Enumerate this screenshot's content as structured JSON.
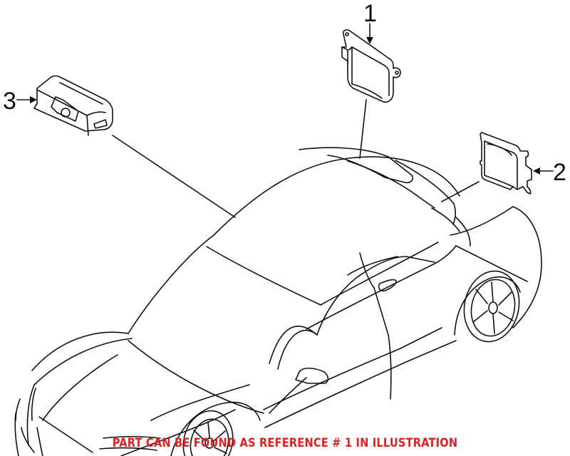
{
  "diagram": {
    "type": "parts-illustration",
    "subject": "convertible car with electronic control modules",
    "callouts": [
      {
        "number": "1",
        "label": "1",
        "part": "control-module-roof"
      },
      {
        "number": "2",
        "label": "2",
        "part": "control-module-rear"
      },
      {
        "number": "3",
        "label": "3",
        "part": "interior-camera-sensor-module"
      }
    ],
    "footer_note": "PART CAN BE FOUND AS REFERENCE # 1 IN ILLUSTRATION",
    "colors": {
      "line": "#111111",
      "note": "#e02020",
      "background": "#ffffff"
    }
  }
}
